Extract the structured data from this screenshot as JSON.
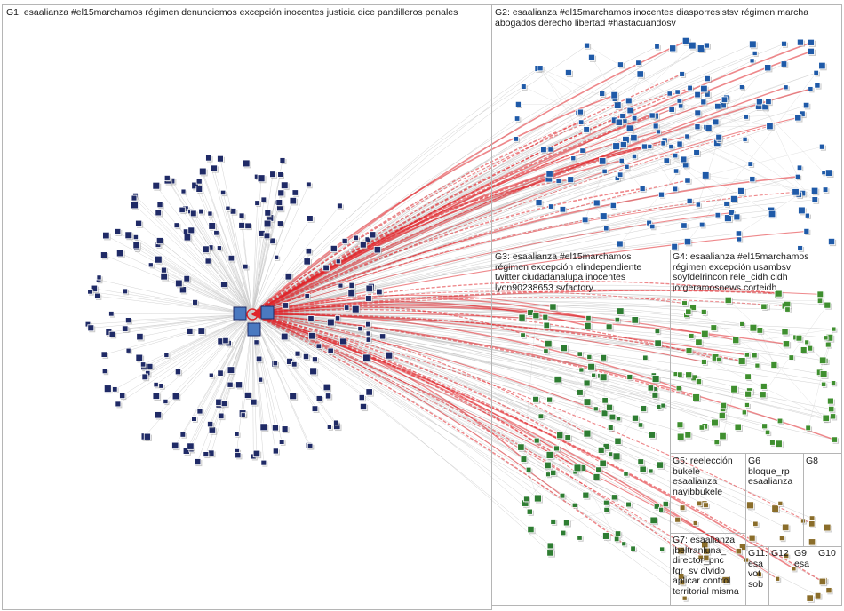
{
  "groups": [
    {
      "id": "G1",
      "label": "G1: esaalianza #el15marchamos régimen denunciemos excepción inocentes justicia dice pandilleros penales"
    },
    {
      "id": "G2",
      "label": "G2: esaalianza #el15marchamos inocentes diasporresistsv régimen marcha\nabogados derecho libertad #hastacuandosv"
    },
    {
      "id": "G3",
      "label": "G3: esaalianza #el15marchamos\nrégimen excepción elindependiente\ntwitter ciudadanalupa inocentes\nlyon90238653 svfactory"
    },
    {
      "id": "G4",
      "label": "G4: esaalianza #el15marchamos\nrégimen excepción usambsv\nsoyfdelrincon rele_cidh cidh\njorgeramosnews corteidh"
    },
    {
      "id": "G5",
      "label": "G5: reelección\nbukele\nesaalianza\nnayibbukele"
    },
    {
      "id": "G6",
      "label": "G6\nbloque_rp\nesaalianza"
    },
    {
      "id": "G7",
      "label": "G7: esaalianza\njbeltranluna_\ndirector_pnc\nfgr_sv olvido\naplicar control\nterritorial misma"
    },
    {
      "id": "G8",
      "label": "G8"
    },
    {
      "id": "G9",
      "label": "G9:\nesa"
    },
    {
      "id": "G10",
      "label": "G10"
    },
    {
      "id": "G11",
      "label": "G11:\nesa\nvot\nsob"
    },
    {
      "id": "G12",
      "label": "G12"
    }
  ],
  "colors": {
    "background": "#ffffff",
    "border": "#b5b5b5",
    "edge": "#9e9e9e",
    "edge_highlight": "#e0262b",
    "node_g1": "#1f2a66",
    "node_g2": "#1f5aa8",
    "node_g3": "#2e7d32",
    "node_g4": "#3f8f2f"
  }
}
